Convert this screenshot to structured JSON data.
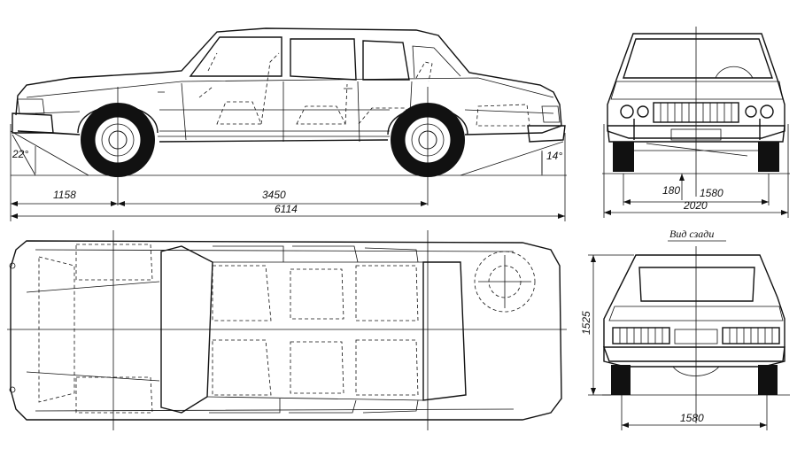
{
  "dimensions": {
    "front_overhang": "1158",
    "wheelbase": "3450",
    "overall_length": "6114",
    "approach_angle": "22°",
    "departure_angle": "14°",
    "ground_clearance": "180",
    "front_track": "1580",
    "overall_width": "2020",
    "height": "1525",
    "rear_track": "1580"
  },
  "labels": {
    "rear_view": "Вид сзади"
  }
}
